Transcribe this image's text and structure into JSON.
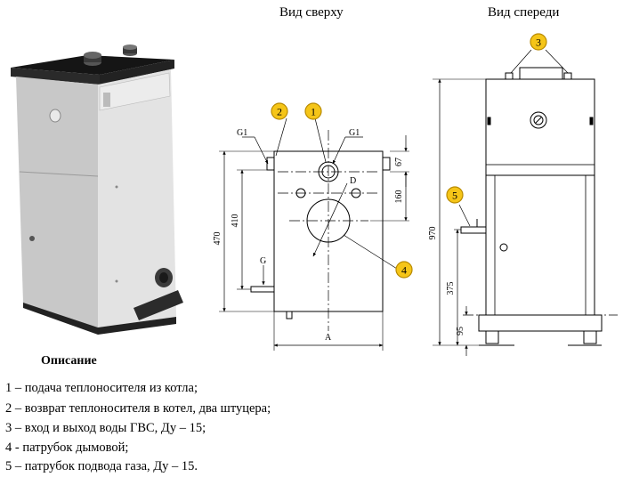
{
  "titles": {
    "top_view": "Вид сверху",
    "front_view": "Вид спереди"
  },
  "callouts": [
    "1",
    "2",
    "3",
    "4",
    "5"
  ],
  "labels": {
    "g1_left": "G1",
    "g1_right": "G1",
    "d": "D",
    "g": "G",
    "a": "A"
  },
  "dimensions": {
    "top_470": "470",
    "top_410": "410",
    "top_67": "67",
    "top_160": "160",
    "front_970": "970",
    "front_375": "375",
    "front_95": "95"
  },
  "description": {
    "title": "Описание",
    "items": [
      "1 – подача теплоносителя из котла;",
      "2 – возврат теплоносителя в котел, два штуцера;",
      "3 – вход и выход воды ГВС, Ду – 15;",
      "4 - патрубок дымовой;",
      "5 – патрубок подвода газа, Ду – 15."
    ]
  },
  "colors": {
    "callout_fill": "#f5c518",
    "callout_stroke": "#b88a00",
    "boiler_top": "#1c1c1c",
    "boiler_side": "#c9c9c9",
    "boiler_front": "#e4e4e4"
  }
}
